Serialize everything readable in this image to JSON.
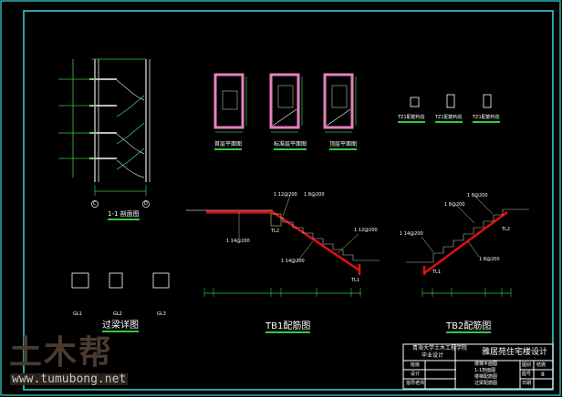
{
  "section": {
    "title": "1-1 剖面图",
    "axes": [
      "C",
      "D"
    ]
  },
  "plans": [
    {
      "title": "首层平面图"
    },
    {
      "title": "标准层平面图"
    },
    {
      "title": "顶层平面图"
    }
  ],
  "columns": [
    {
      "title": "TZ1配筋构造"
    },
    {
      "title": "TZ1配筋构造"
    },
    {
      "title": "TZ1配筋构造"
    }
  ],
  "tb1": {
    "title": "TB1配筋图",
    "notes": [
      "1 12@200",
      "1 8@200",
      "1 14@200",
      "1 12@200",
      "1 14@200"
    ],
    "beams": [
      "TL2",
      "TL1"
    ]
  },
  "tb2": {
    "title": "TB2配筋图",
    "notes": [
      "1 8@200",
      "1 8@200",
      "1 14@200",
      "1 8@200"
    ],
    "beams": [
      "TL2",
      "TL1"
    ]
  },
  "lintel": {
    "title": "过梁详图",
    "labels": [
      "GL1",
      "GL2",
      "GL3"
    ]
  },
  "title_block": {
    "school": "青海大学土木工程学院",
    "subtitle": "毕业设计",
    "project": "雅居苑住宅楼设计",
    "left_labels": [
      "班级",
      "设计",
      "指导老师"
    ],
    "drawing_names": [
      "楼梯平面图",
      "1-1剖面图",
      "楼梯配筋图",
      "过梁配筋图"
    ],
    "right_labels": [
      "图别",
      "图号",
      "日期"
    ],
    "right_values": [
      "结施",
      "8",
      ""
    ]
  },
  "watermark": {
    "logo": "土木帮",
    "url": "www.tumubong.net"
  },
  "colors": {
    "frame": "#3fd6d6",
    "green": "#2ecc40",
    "red": "#e01010",
    "pink": "#e87fc0"
  }
}
